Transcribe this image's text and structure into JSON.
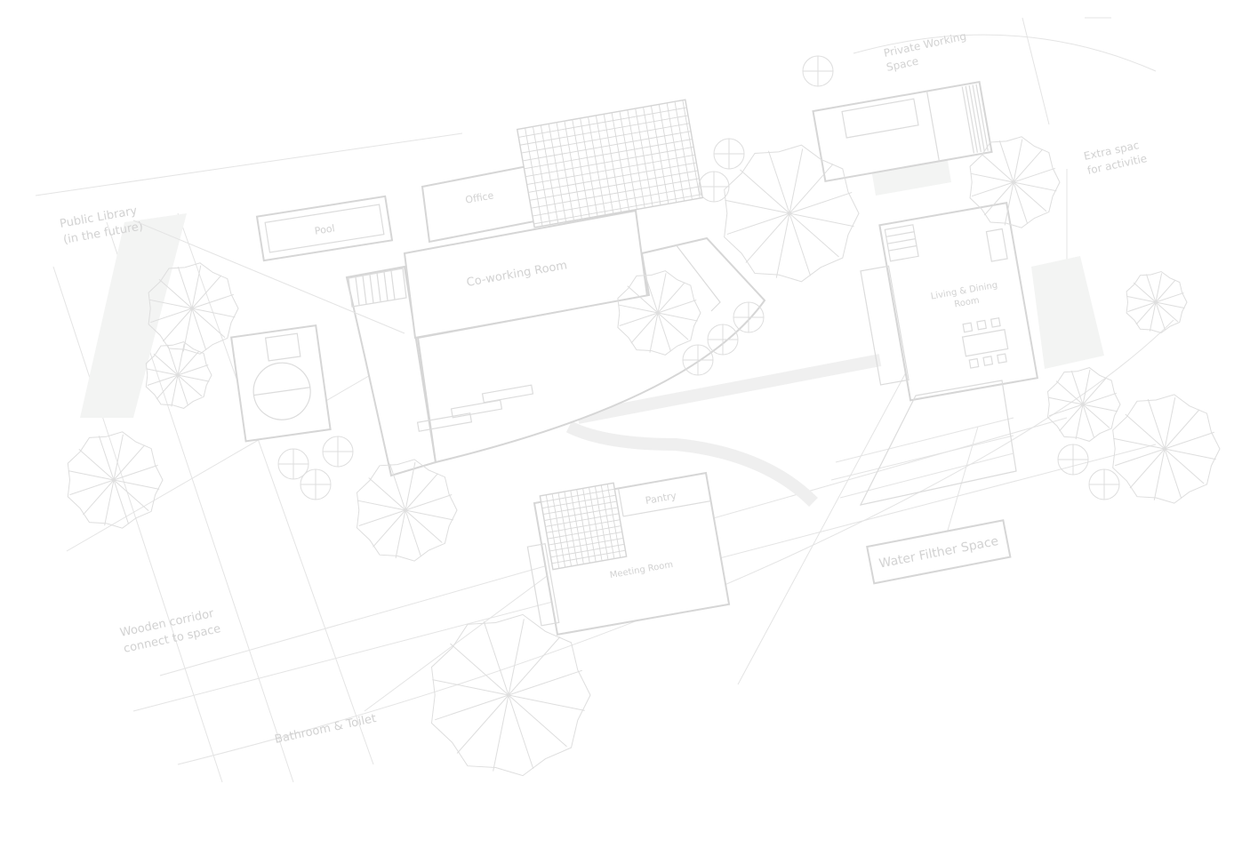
{
  "labels": {
    "public_library": [
      "Public Library",
      "(in the future)"
    ],
    "pool": "Pool",
    "office": "Office",
    "coworking": "Co-working Room",
    "private_working": [
      "Private Working",
      "Space"
    ],
    "extra_space": [
      "Extra spac",
      "for activitie"
    ],
    "living_dining": [
      "Living & Dining",
      "Room"
    ],
    "pantry": "Pantry",
    "meeting": "Meeting Room",
    "water_filter": "Water Filther Space",
    "wooden_corridor": [
      "Wooden corridor",
      "connect to space"
    ],
    "bathroom": "Bathroom & Toilet"
  },
  "trees": [
    {
      "name": "tree-library-top",
      "r": 52
    },
    {
      "name": "tree-library-mid",
      "r": 38
    },
    {
      "name": "tree-left-bottom",
      "r": 55
    },
    {
      "name": "tree-bottom-center",
      "r": 58
    },
    {
      "name": "tree-bottom-large",
      "r": 92
    },
    {
      "name": "tree-coworking-right",
      "r": 48
    },
    {
      "name": "tree-top-center-large",
      "r": 78
    },
    {
      "name": "tree-private-right",
      "r": 52
    },
    {
      "name": "tree-right-edge",
      "r": 35
    },
    {
      "name": "tree-right-large",
      "r": 62
    },
    {
      "name": "tree-right-mid",
      "r": 42
    }
  ]
}
